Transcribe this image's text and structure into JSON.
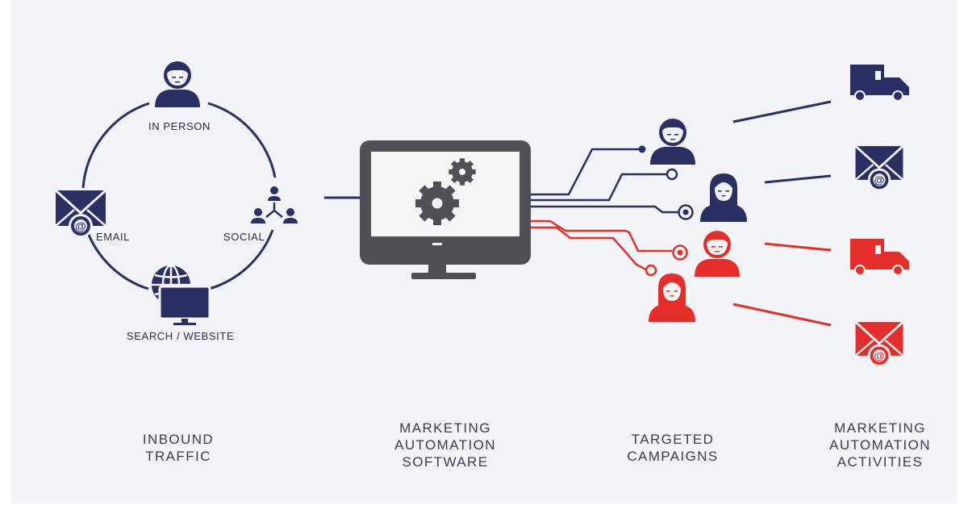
{
  "colors": {
    "navy": "#2c2f63",
    "red": "#e52e2a",
    "monitor": "#505156",
    "screen": "#f6f6f8",
    "background": "#f3f4f7",
    "text": "#2b2d3f"
  },
  "inbound": {
    "channels": {
      "in_person": "IN PERSON",
      "email": "EMAIL",
      "social": "SOCIAL",
      "search": "SEARCH / WEBSITE"
    }
  },
  "captions": {
    "inbound": [
      "INBOUND",
      "TRAFFIC"
    ],
    "software": [
      "MARKETING",
      "AUTOMATION",
      "SOFTWARE"
    ],
    "campaigns": [
      "TARGETED",
      "CAMPAIGNS"
    ],
    "activities": [
      "MARKETING",
      "AUTOMATION",
      "ACTIVITIES"
    ]
  },
  "icons": {
    "inbound": [
      "person-icon",
      "email-icon",
      "social-network-icon",
      "globe-icon",
      "monitor-icon"
    ],
    "center": [
      "computer-monitor-icon",
      "gear-icon"
    ],
    "campaigns": [
      "person-icon",
      "woman-icon"
    ],
    "activities": [
      "delivery-truck-icon",
      "email-icon"
    ]
  }
}
